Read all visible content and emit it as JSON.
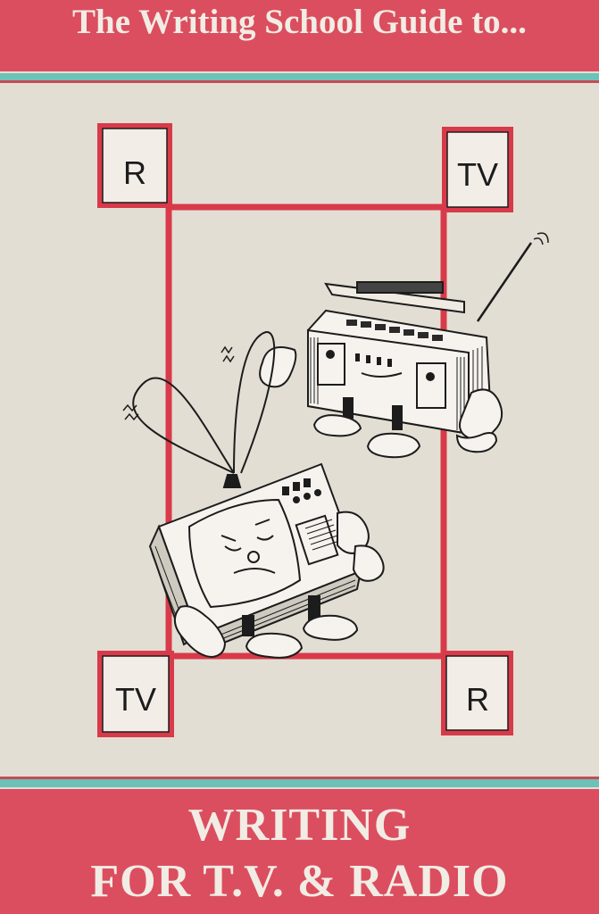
{
  "cover": {
    "series_title": "The Writing School Guide to...",
    "title_line_1": "WRITING",
    "title_line_2": "FOR T.V. & RADIO",
    "corner_labels": {
      "top_left": "R",
      "top_right": "TV",
      "bottom_left": "TV",
      "bottom_right": "R"
    },
    "illustration": {
      "characters": [
        "cartoon-radio-icon",
        "cartoon-television-icon"
      ]
    },
    "colors": {
      "band_red": "#db4e5f",
      "frame_red": "#d83a4a",
      "stripe_teal": "#6cc2b6",
      "background": "#e3ded3",
      "title_text": "#f1ece4"
    }
  }
}
